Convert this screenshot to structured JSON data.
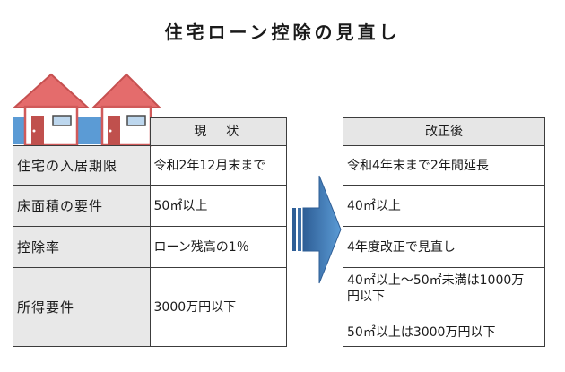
{
  "title": "住宅ローン控除の見直し",
  "colors": {
    "band": "#5b9bd5",
    "roof": "#e46c6c",
    "door": "#c0504d",
    "window": "#bdd7ee",
    "header_bg": "#e6e6e6",
    "label_bg": "#e8e8e8"
  },
  "current": {
    "header": "現　状",
    "rows": [
      {
        "label": "住宅の入居期限",
        "value": "令和2年12月末まで"
      },
      {
        "label": "床面積の要件",
        "value": "50㎡以上"
      },
      {
        "label": "控除率",
        "value": "ローン残高の1％"
      },
      {
        "label": "所得要件",
        "value": "3000万円以下"
      }
    ]
  },
  "revised": {
    "header": "改正後",
    "rows": [
      "令和4年末まで2年間延長",
      "40㎡以上",
      "4年度改正で見直し"
    ],
    "income_line1": "40㎡以上～50㎡未満は1000万円以下",
    "income_line2": "50㎡以上は3000万円以下"
  },
  "icons": [
    "house-icon",
    "house-icon",
    "right-arrow-icon"
  ]
}
